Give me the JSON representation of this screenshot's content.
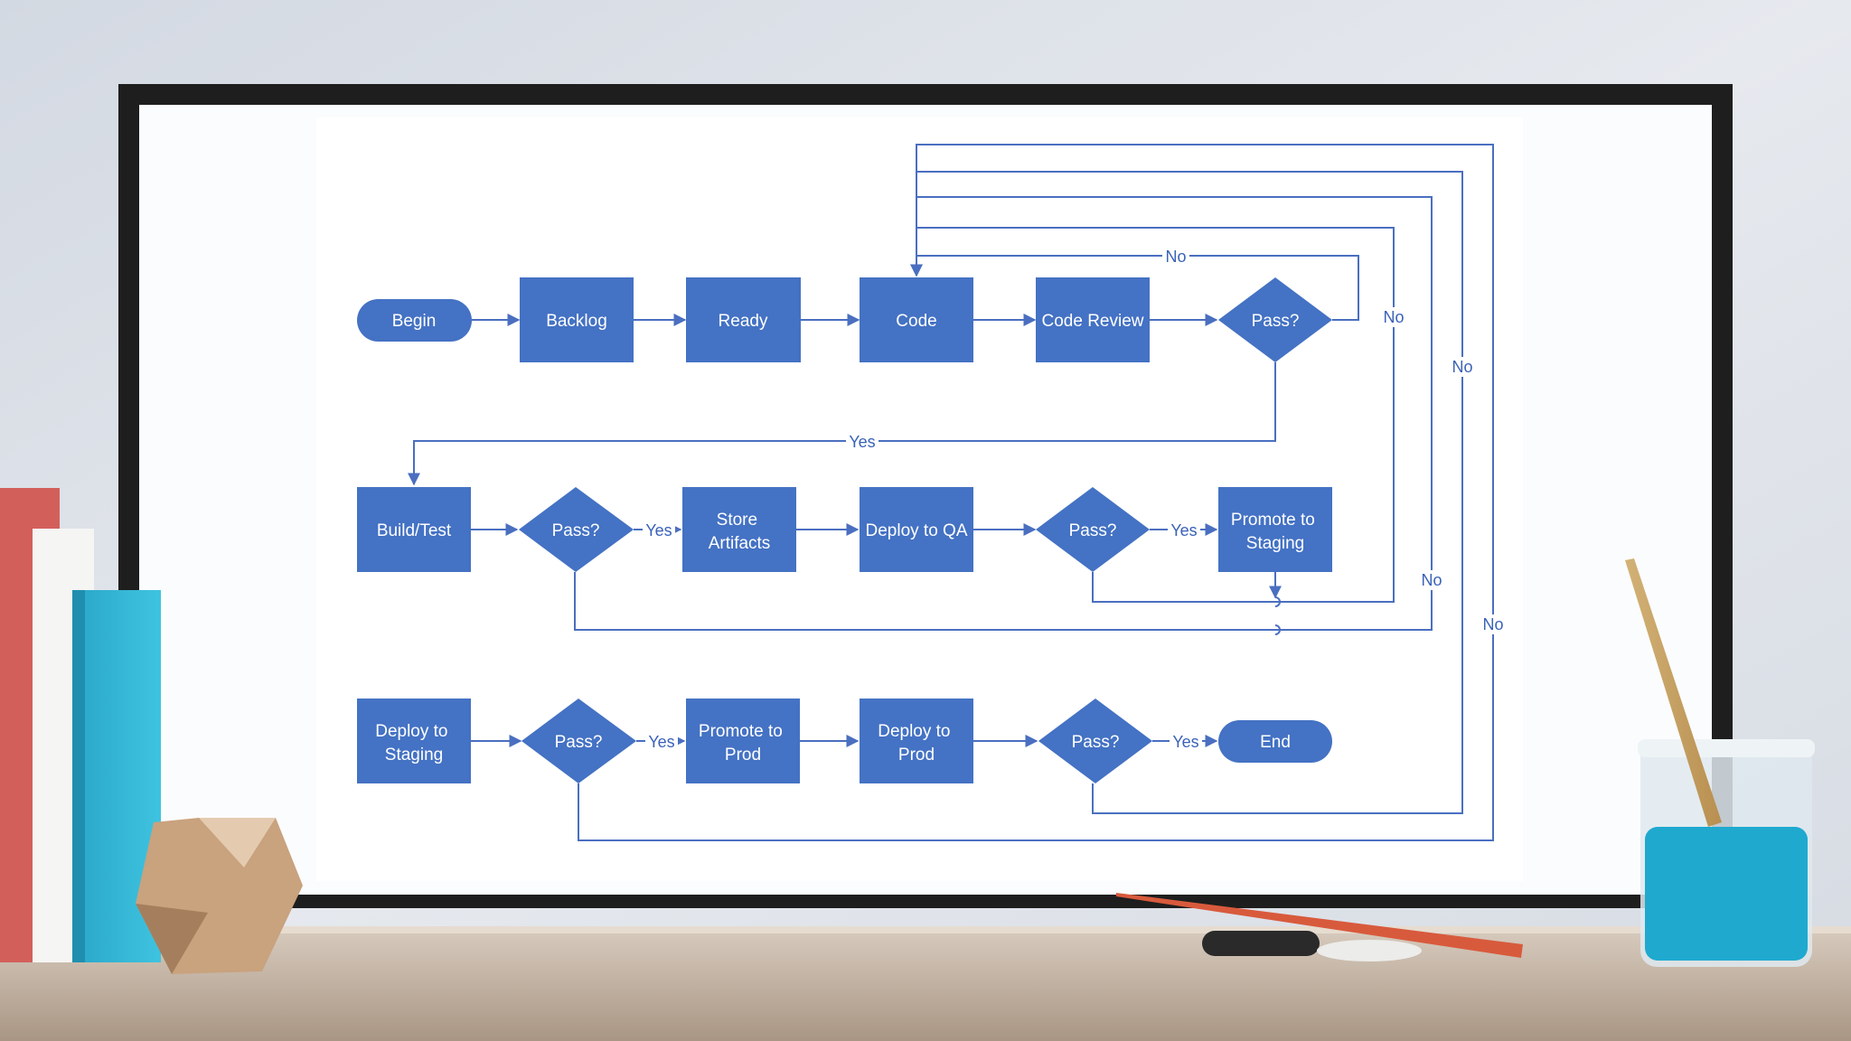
{
  "colors": {
    "wall": "#dfe3ea",
    "frame": "#1e1e1e",
    "board": "#ffffff",
    "node": "#4472c4",
    "edge": "#4a6fc0",
    "shelf": "#c9b8a6"
  },
  "nodes": {
    "begin": "Begin",
    "backlog": "Backlog",
    "ready": "Ready",
    "code": "Code",
    "code_review": "Code Review",
    "pass_review": "Pass?",
    "build_test": "Build/Test",
    "pass_build": "Pass?",
    "store_artifacts": [
      "Store",
      "Artifacts"
    ],
    "deploy_qa": "Deploy to QA",
    "pass_qa": "Pass?",
    "promote_staging": [
      "Promote to",
      "Staging"
    ],
    "deploy_staging": [
      "Deploy to",
      "Staging"
    ],
    "pass_staging": "Pass?",
    "promote_prod": [
      "Promote to",
      "Prod"
    ],
    "deploy_prod": [
      "Deploy to",
      "Prod"
    ],
    "pass_prod": "Pass?",
    "end": "End"
  },
  "edge_labels": {
    "review_no": "No",
    "review_yes": "Yes",
    "build_yes": "Yes",
    "qa_yes": "Yes",
    "qa_no": "No",
    "build_no": "No",
    "staging_yes": "Yes",
    "prod_yes": "Yes",
    "prod_no": "No",
    "staging_no": "No"
  }
}
